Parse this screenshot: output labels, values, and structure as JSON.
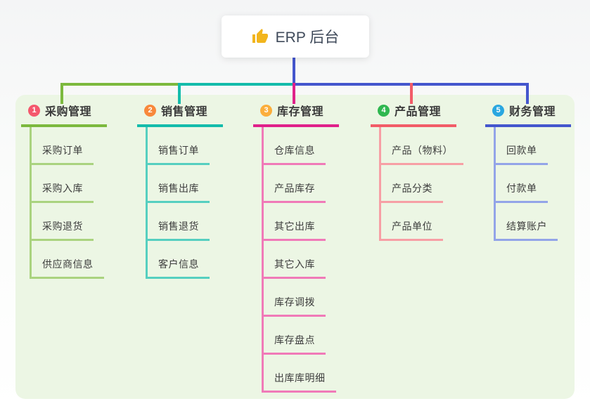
{
  "root": {
    "label": "ERP 后台",
    "icon": "thumbs-up-icon",
    "icon_color": "#f2b51d",
    "line_color": "#4456cd"
  },
  "canvas": {
    "panel_color": "#ecf6e4",
    "text_color": "#3d3d3d"
  },
  "branches": [
    {
      "badge": "1",
      "label": "采购管理",
      "badge_color": "#f4586d",
      "line_color": "#7cb93e",
      "child_line_color": "#aad37f",
      "children": [
        "采购订单",
        "采购入库",
        "采购退货",
        "供应商信息"
      ]
    },
    {
      "badge": "2",
      "label": "销售管理",
      "badge_color": "#f8883b",
      "line_color": "#14bcab",
      "child_line_color": "#56cfc0",
      "children": [
        "销售订单",
        "销售出库",
        "销售退货",
        "客户信息"
      ]
    },
    {
      "badge": "3",
      "label": "库存管理",
      "badge_color": "#fbae3c",
      "line_color": "#e0218a",
      "child_line_color": "#f07ab8",
      "children": [
        "仓库信息",
        "产品库存",
        "其它出库",
        "其它入库",
        "库存调拨",
        "库存盘点",
        "出库库明细"
      ]
    },
    {
      "badge": "4",
      "label": "产品管理",
      "badge_color": "#2fb750",
      "line_color": "#f25c68",
      "child_line_color": "#f79fa5",
      "children": [
        "产品（物料）",
        "产品分类",
        "产品单位"
      ]
    },
    {
      "badge": "5",
      "label": "财务管理",
      "badge_color": "#2aa7e0",
      "line_color": "#4456cd",
      "child_line_color": "#93a4e8",
      "children": [
        "回款单",
        "付款单",
        "结算账户"
      ]
    }
  ]
}
